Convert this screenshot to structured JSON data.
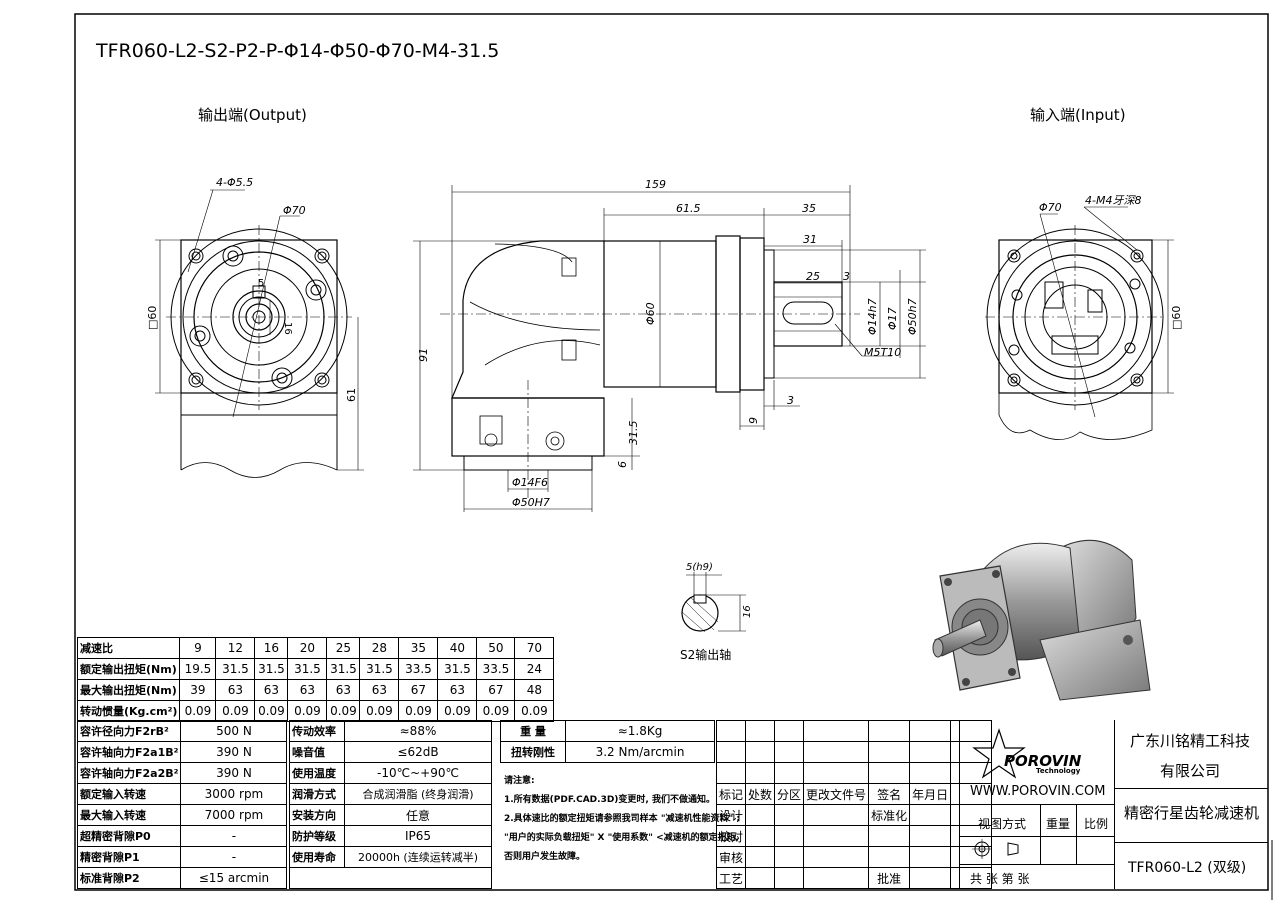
{
  "title": "TFR060-L2-S2-P2-P-Φ14-Φ50-Φ70-M4-31.5",
  "view_output": "输出端(Output)",
  "view_input": "输入端(Input)",
  "dims": {
    "d159": "159",
    "d61_5": "61.5",
    "d35": "35",
    "d31": "31",
    "d25": "25",
    "d3a": "3",
    "d60sq_left": "□60",
    "d60sq_right": "□60",
    "d61": "61",
    "d91": "91",
    "d31_5": "31.5",
    "d6": "6",
    "d9": "9",
    "d3b": "3",
    "phi60": "Φ60",
    "phi14h7": "Φ14h7",
    "phi17": "Φ17",
    "phi50h7": "Φ50h7",
    "m5t10": "M5T10",
    "phi14f6": "Φ14F6",
    "phi50H7": "Φ50H7",
    "holes_left": "4-Φ5.5",
    "phi70_left": "Φ70",
    "phi70_right": "Φ70",
    "m4": "4-M4牙深8",
    "d5": "5",
    "d16": "16",
    "key_w": "5(h9)",
    "key_h": "16",
    "shaft_label": "S2输出轴"
  },
  "ratio_table": {
    "headers": [
      "减速比",
      "9",
      "12",
      "16",
      "20",
      "25",
      "28",
      "35",
      "40",
      "50",
      "70"
    ],
    "rows": [
      [
        "额定输出扭矩(Nm)",
        "19.5",
        "31.5",
        "31.5",
        "31.5",
        "31.5",
        "31.5",
        "33.5",
        "31.5",
        "33.5",
        "24"
      ],
      [
        "最大输出扭矩(Nm)",
        "39",
        "63",
        "63",
        "63",
        "63",
        "63",
        "67",
        "63",
        "67",
        "48"
      ],
      [
        "转动惯量(Kg.cm²)",
        "0.09",
        "0.09",
        "0.09",
        "0.09",
        "0.09",
        "0.09",
        "0.09",
        "0.09",
        "0.09",
        "0.09"
      ]
    ]
  },
  "spec_left": [
    [
      "容许径向力F2rB²",
      "500  N"
    ],
    [
      "容许轴向力F2a1B²",
      "390  N"
    ],
    [
      "容许轴向力F2a2B²",
      "390  N"
    ],
    [
      "额定输入转速",
      "3000  rpm"
    ],
    [
      "最大输入转速",
      "7000  rpm"
    ],
    [
      "超精密背隙P0",
      "-"
    ],
    [
      "精密背隙P1",
      "-"
    ],
    [
      "标准背隙P2",
      "≤15  arcmin"
    ]
  ],
  "spec_mid": [
    [
      "传动效率",
      "≈88%"
    ],
    [
      "噪音值",
      "≤62dB"
    ],
    [
      "使用温度",
      "-10℃~+90℃"
    ],
    [
      "润滑方式",
      "合成润滑脂 (终身润滑)"
    ],
    [
      "安装方向",
      "任意"
    ],
    [
      "防护等级",
      "IP65"
    ],
    [
      "使用寿命",
      "20000h (连续运转减半)"
    ]
  ],
  "spec_right": [
    [
      "重  量",
      "≈1.8Kg"
    ],
    [
      "扭转刚性",
      "3.2  Nm/arcmin"
    ]
  ],
  "notes": [
    "请注意:",
    "1.所有数据(PDF.CAD.3D)变更时, 我们不做通知。",
    "2.具体速比的额定扭矩请参照我司样本 \"减速机性能资料\" ;",
    "\"用户的实际负载扭矩\" X \"使用系数\" <减速机的额定扭矩,",
    "否则用户发生故障。"
  ],
  "revision": {
    "cols": [
      "标记",
      "处数",
      "分区",
      "更改文件号",
      "签名",
      "年月日"
    ],
    "rows": [
      "设计",
      "校对",
      "审核",
      "工艺"
    ],
    "standardize": "标准化",
    "approve": "批准"
  },
  "brand": {
    "logo": "POROVIN",
    "logo_sub": "Technology",
    "website": "WWW.POROVIN.COM",
    "company_line1": "广东川铭精工科技",
    "company_line2": "有限公司",
    "product": "精密行星齿轮减速机",
    "model": "TFR060-L2 (双级)",
    "view_method": "视图方式",
    "weight": "重量",
    "scale": "比例",
    "sheets": "共    张  第    张"
  }
}
